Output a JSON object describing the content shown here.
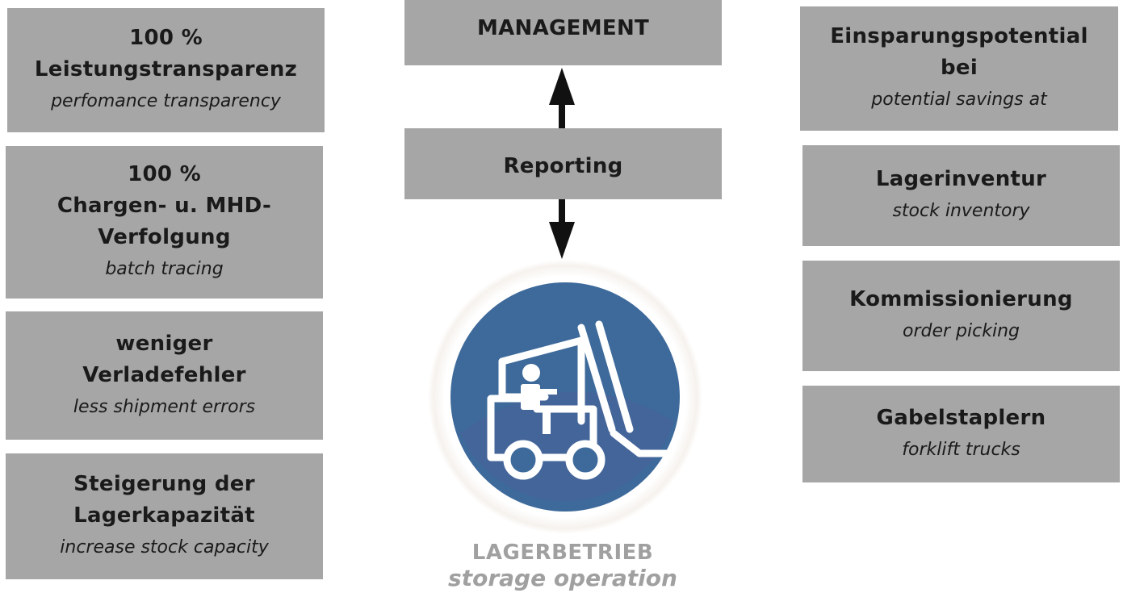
{
  "left_boxes": [
    {
      "bold": [
        "100 %",
        "Leistungstransparenz"
      ],
      "italic": "perfomance transparency"
    },
    {
      "bold": [
        "100 %",
        "Chargen- u. MHD-",
        "Verfolgung"
      ],
      "italic": "batch tracing"
    },
    {
      "bold": [
        "weniger",
        "Verladefehler"
      ],
      "italic": "less shipment errors"
    },
    {
      "bold": [
        "Steigerung der",
        "Lagerkapazität"
      ],
      "italic": "increase stock capacity"
    }
  ],
  "center": {
    "management": "MANAGEMENT",
    "reporting": "Reporting",
    "caption_main": "LAGERBETRIEB",
    "caption_sub": "storage operation",
    "icon": "forklift-icon"
  },
  "right_boxes": [
    {
      "bold": [
        "Einsparungspotential",
        "bei"
      ],
      "italic": "potential savings at"
    },
    {
      "bold": [
        "Lagerinventur"
      ],
      "italic": "stock inventory"
    },
    {
      "bold": [
        "Kommissionierung"
      ],
      "italic": "order picking"
    },
    {
      "bold": [
        "Gabelstaplern"
      ],
      "italic": "forklift trucks"
    }
  ],
  "colors": {
    "box_fill": "#a6a6a6",
    "circle_fill": "#3d6a9b",
    "caption_gray": "#a0a0a0",
    "arrow": "#111111"
  }
}
